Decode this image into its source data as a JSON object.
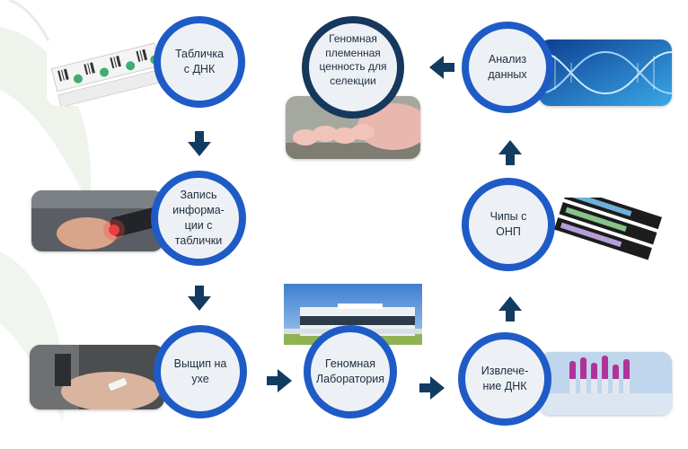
{
  "colors": {
    "ring": "#1e5bc6",
    "ring_dark": "#16385c",
    "arrow": "#123b62",
    "circle_fill": "#edf1f6"
  },
  "nodes": {
    "dna_tag": {
      "lines": [
        "Табличка",
        "с ДНК"
      ]
    },
    "record": {
      "lines": [
        "Запись",
        "информа-",
        "ции с",
        "таблички"
      ]
    },
    "ear_punch": {
      "lines": [
        "Выщип на",
        "ухе"
      ]
    },
    "lab": {
      "lines": [
        "Геномная",
        "Лаборатория"
      ]
    },
    "extract": {
      "lines": [
        "Извлече-",
        "ние ДНК"
      ]
    },
    "chips": {
      "lines": [
        "Чипы с",
        "ОНП"
      ]
    },
    "analysis": {
      "lines": [
        "Анализ",
        "данных"
      ]
    },
    "genomic": {
      "lines": [
        "Геномная",
        "племенная",
        "ценность для",
        "селекции"
      ]
    }
  },
  "photos": {
    "dna_tags_photo": "dna-tags-image",
    "scanner_photo": "scanner-image",
    "ear_sample_photo": "ear-sample-image",
    "lab_building_photo": "lab-building-image",
    "test_tubes_photo": "test-tubes-image",
    "snp_chips_photo": "snp-chips-image",
    "dna_helix_photo": "dna-helix-image",
    "piglets_photo": "piglets-image"
  }
}
